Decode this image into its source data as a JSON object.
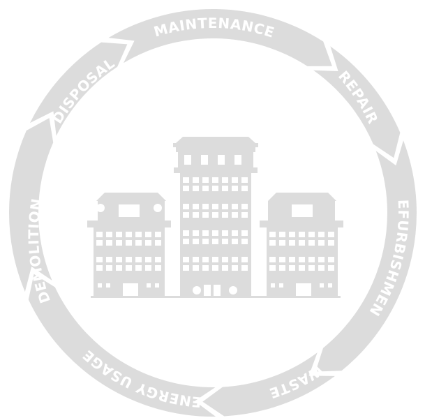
{
  "cycle": {
    "stages": [
      {
        "id": "maintenance",
        "label": "MAINTENANCE"
      },
      {
        "id": "repair",
        "label": "REPAIR"
      },
      {
        "id": "refurbishment",
        "label": "REFURBISHMENT"
      },
      {
        "id": "waste",
        "label": "WASTE"
      },
      {
        "id": "energy-usage",
        "label": "ENERGY USAGE"
      },
      {
        "id": "demolition",
        "label": "DEMOLITION"
      },
      {
        "id": "disposal",
        "label": "DISPOSAL"
      }
    ]
  },
  "colors": {
    "ring": "#dcdcdc",
    "building": "#dcdcdc",
    "text": "#ffffff",
    "background": "#ffffff"
  },
  "illustration": {
    "icon": "building-cluster-icon"
  }
}
